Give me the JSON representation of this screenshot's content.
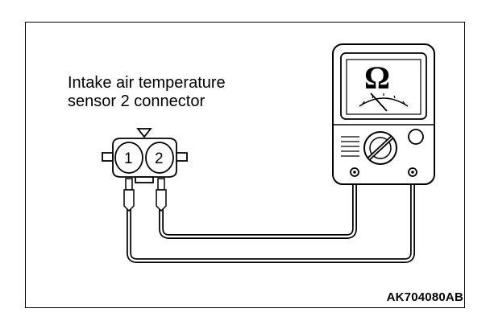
{
  "caption": {
    "line1": "Intake air temperature",
    "line2": "sensor 2 connector"
  },
  "connector": {
    "pins": [
      "1",
      "2"
    ]
  },
  "meter": {
    "unit_symbol": "Ω"
  },
  "reference_code": "AK704080AB"
}
